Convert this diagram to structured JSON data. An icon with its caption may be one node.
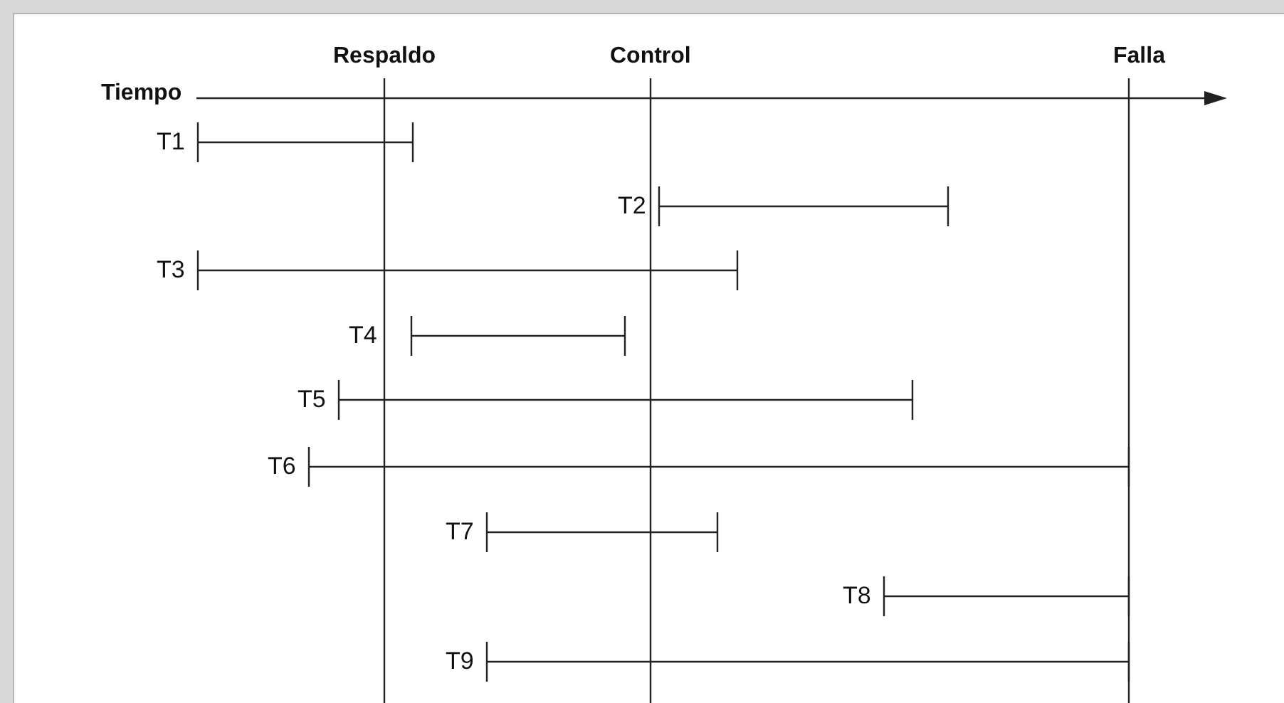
{
  "diagram": {
    "labels": [
      "Respaldo",
      "Control",
      "Falla",
      "Tiempo",
      "T1",
      "T2",
      "T3",
      "T4",
      "T5",
      "T6",
      "T7",
      "T8",
      "T9"
    ]
  }
}
